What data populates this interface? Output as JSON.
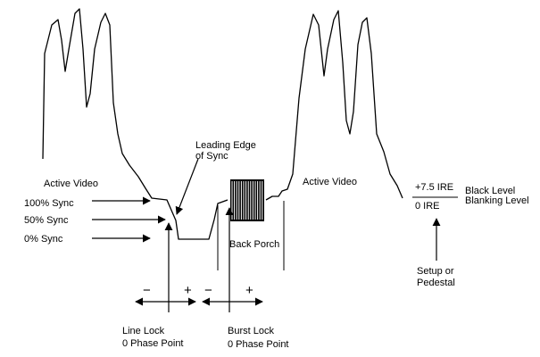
{
  "labels": {
    "active_video_left": "Active Video",
    "active_video_right": "Active Video",
    "leading_edge_line1": "Leading Edge",
    "leading_edge_line2": "of Sync",
    "sync_100": "100% Sync",
    "sync_50": "50% Sync",
    "sync_0": "0% Sync",
    "back_porch": "Back Porch",
    "line_lock_line1": "Line Lock",
    "line_lock_line2": "0 Phase Point",
    "burst_lock_line1": "Burst Lock",
    "burst_lock_line2": "0 Phase Point",
    "ire_75": "+7.5 IRE",
    "ire_0": "0 IRE",
    "black_level": "Black Level",
    "blanking_level": "Blanking Level",
    "setup_line1": "Setup or",
    "setup_line2": "Pedestal",
    "minus_1": "−",
    "plus_1": "+",
    "minus_2": "−",
    "plus_2": "+"
  }
}
